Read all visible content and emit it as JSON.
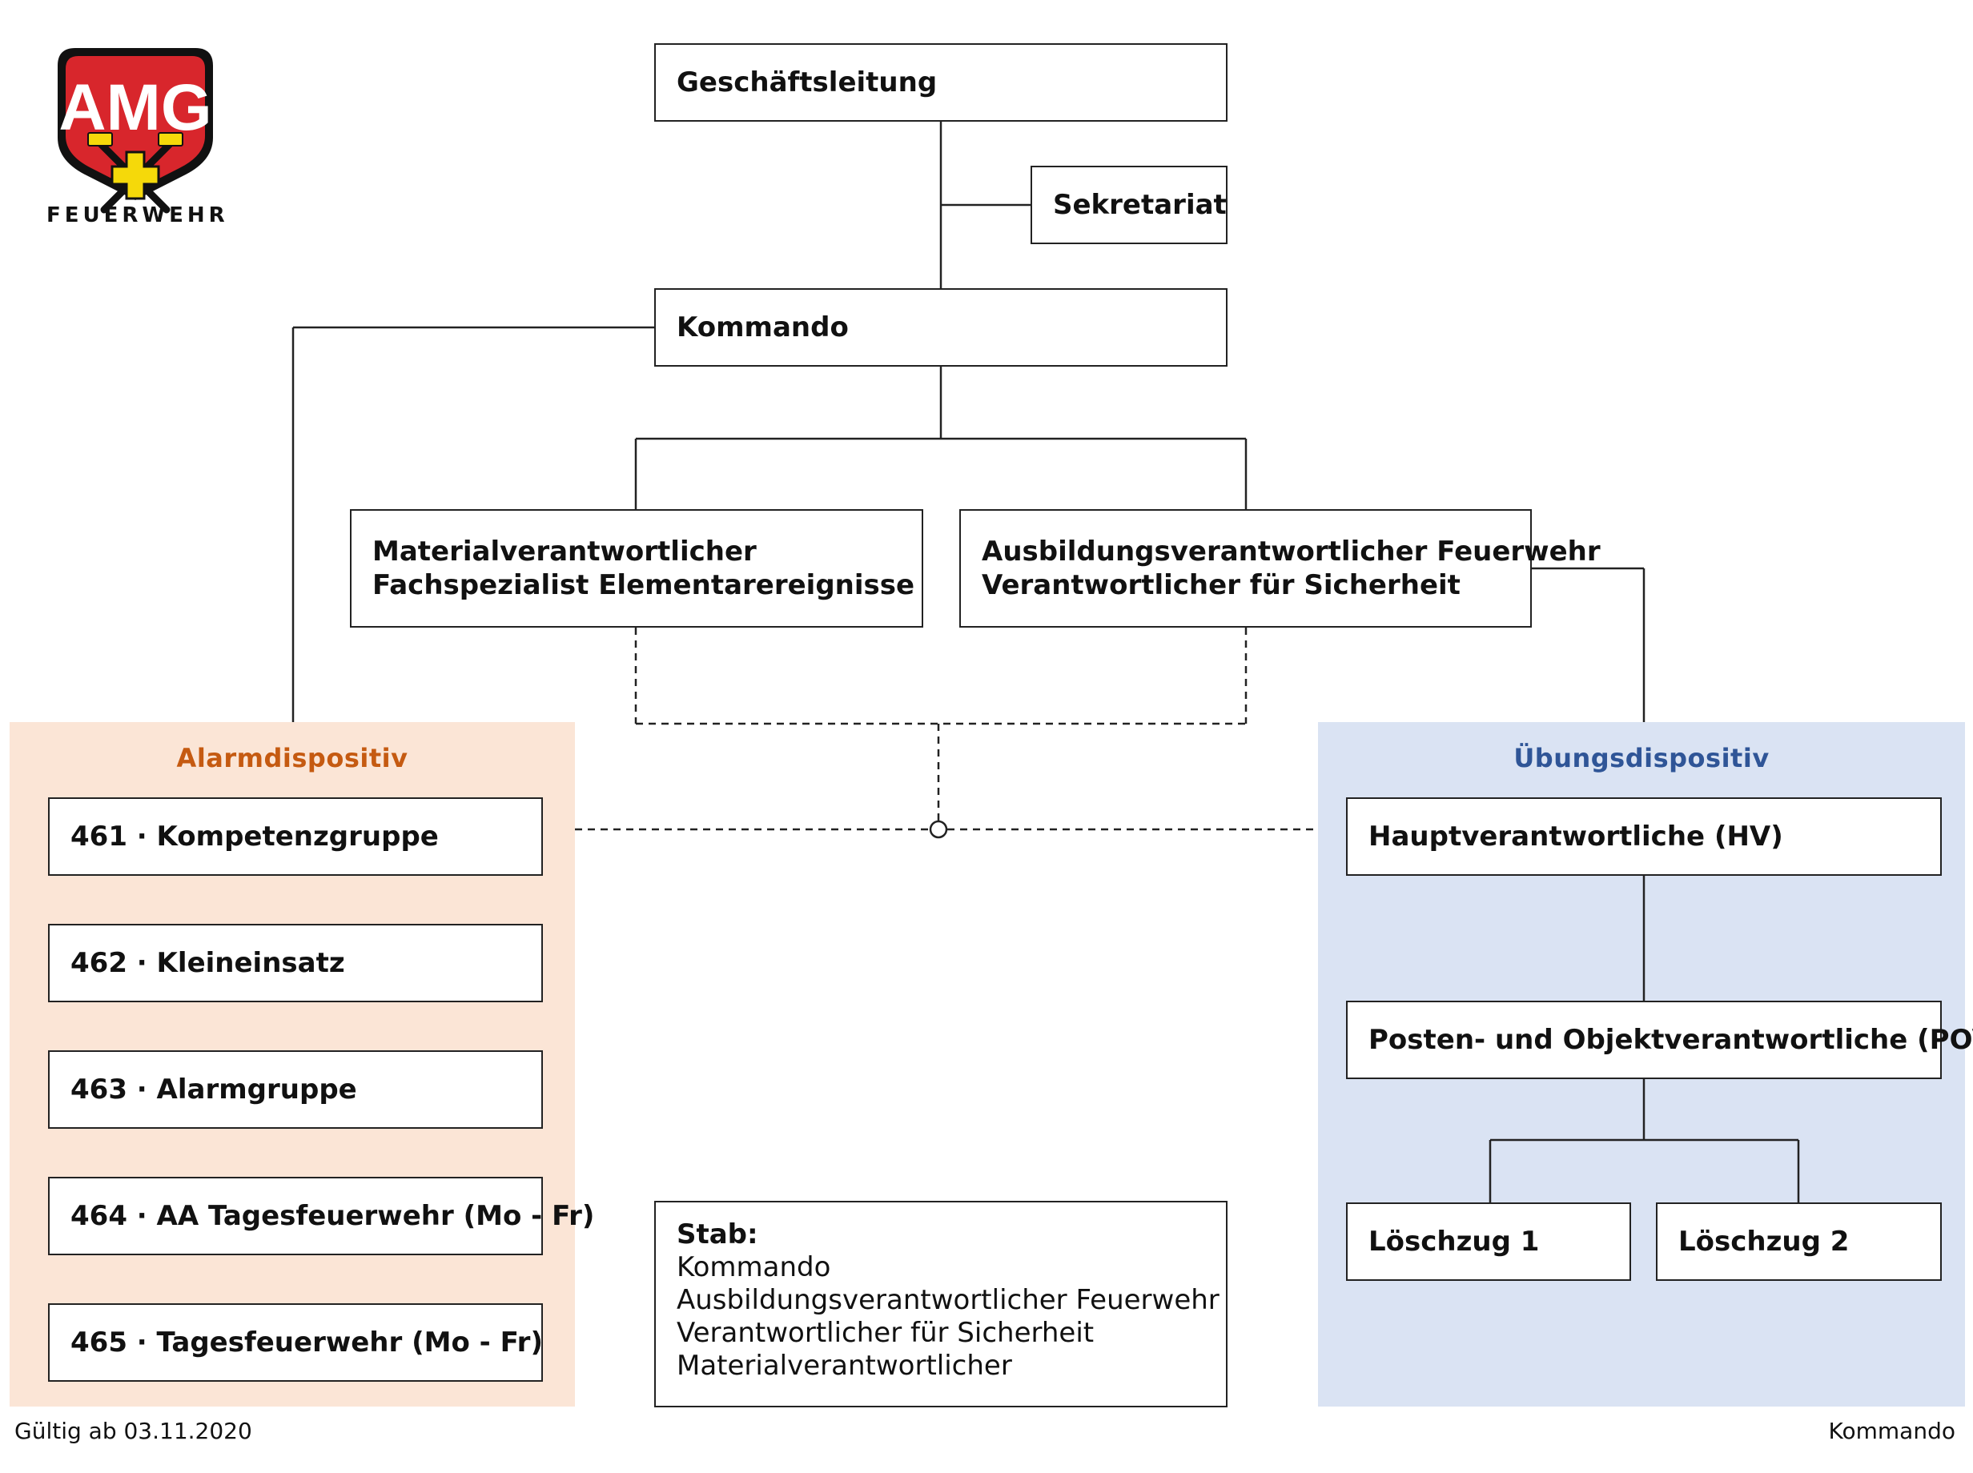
{
  "logo": {
    "acronym": "AMG",
    "subtitle": "FEUERWEHR",
    "colors": {
      "red": "#d8262c",
      "yellow": "#f5d90a",
      "black": "#111111"
    }
  },
  "boxes": {
    "geschaeftsleitung": "Geschäftsleitung",
    "sekretariat": "Sekretariat",
    "kommando": "Kommando",
    "material_line1": "Materialverantwortlicher",
    "material_line2": "Fachspezialist Elementarereignisse",
    "ausbildung_line1": "Ausbildungsverantwortlicher Feuerwehr",
    "ausbildung_line2": "Verantwortlicher für Sicherheit"
  },
  "alarm": {
    "title": "Alarmdispositiv",
    "color": "#c55a11",
    "background": "#fbe5d6",
    "items": [
      "461 · Kompetenzgruppe",
      "462 · Kleineinsatz",
      "463 · Alarmgruppe",
      "464 · AA Tagesfeuerwehr (Mo - Fr)",
      "465 · Tagesfeuerwehr (Mo - Fr)"
    ]
  },
  "uebung": {
    "title": "Übungsdispositiv",
    "color": "#2f5597",
    "background": "#dae3f3",
    "hv": "Hauptverantwortliche (HV)",
    "pov": "Posten- und Objektverantwortliche (POV)",
    "loeschzug1": "Löschzug 1",
    "loeschzug2": "Löschzug 2"
  },
  "stab": {
    "title": "Stab:",
    "lines": [
      "Kommando",
      "Ausbildungsverantwortlicher Feuerwehr",
      "Verantwortlicher für Sicherheit",
      "Materialverantwortlicher"
    ]
  },
  "footer": {
    "valid_from": "Gültig ab 03.11.2020",
    "issuer": "Kommando"
  }
}
